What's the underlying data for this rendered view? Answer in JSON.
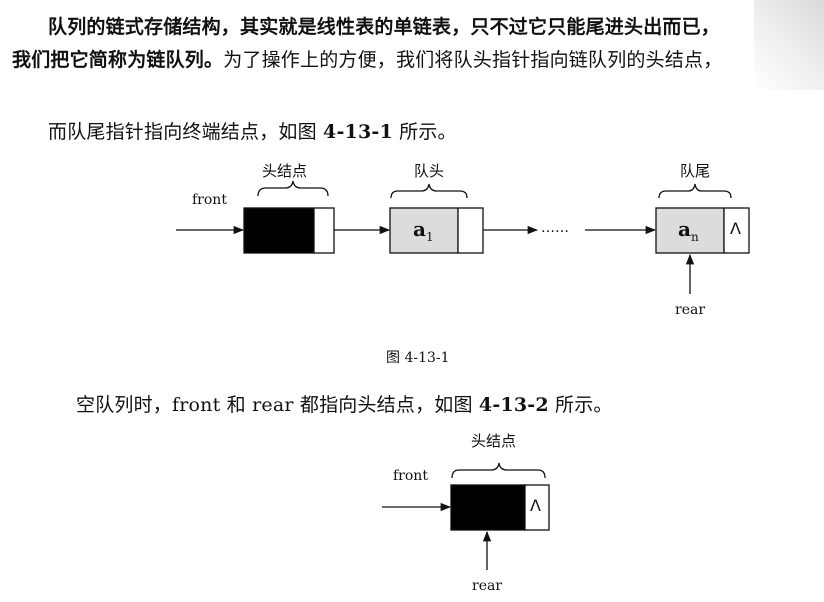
{
  "paragraphs": {
    "line1": "队列的链式存储结构，其实就是线性表的单链表，只不过它只能尾进头出而已，",
    "line2_bold": "我们把它简称为链队列。",
    "line2_rest": "为了操作上的方便，我们将队头指针指向链队列的头结点，",
    "line3_a": "而队尾指针指向终端结点，如图 ",
    "line3_ref": "4-13-1",
    "line3_b": " 所示。",
    "line4_a": "空队列时，front 和 rear 都指向头结点，如图 ",
    "line4_ref": "4-13-2",
    "line4_b": " 所示。"
  },
  "figure1": {
    "head_node_label": "头结点",
    "front_label": "front",
    "queue_head_label": "队头",
    "queue_tail_label": "队尾",
    "node1_value": "a",
    "node1_sub": "1",
    "ellipsis": "……",
    "node_last_value": "a",
    "node_last_sub": "n",
    "null_symbol": "Λ",
    "rear_label": "rear",
    "caption": "图 4-13-1"
  },
  "figure2": {
    "head_node_label": "头结点",
    "front_label": "front",
    "null_symbol": "Λ",
    "rear_label": "rear"
  }
}
